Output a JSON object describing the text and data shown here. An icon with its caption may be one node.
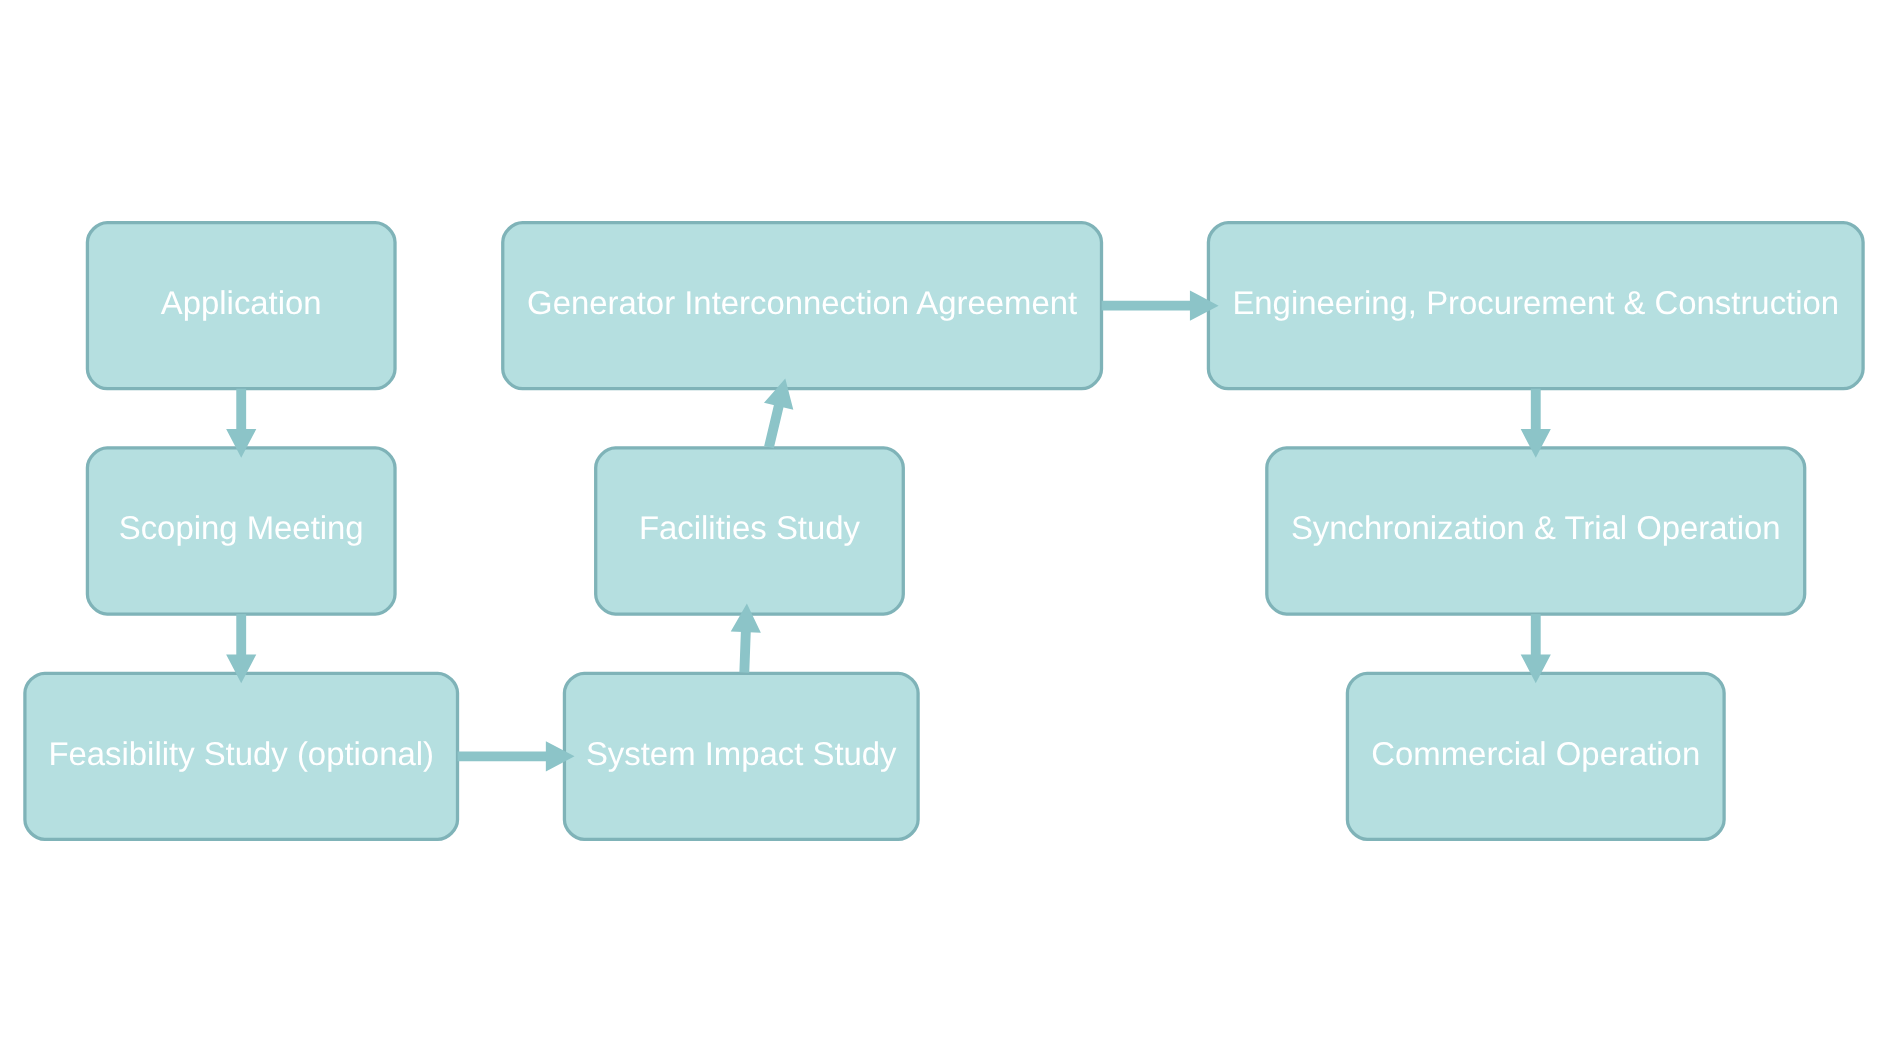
{
  "diagram": {
    "nodes": [
      {
        "text": [
          "Application"
        ]
      },
      {
        "text": [
          "Scoping Meeting"
        ]
      },
      {
        "text": [
          "Feasibility Study (optional)"
        ]
      },
      {
        "text": [
          "System Impact Study"
        ]
      },
      {
        "text": [
          "Facilities Study"
        ]
      },
      {
        "text": [
          "Generator Interconnection Agreement"
        ]
      },
      {
        "text": [
          "Engineering, Procurement & Construction"
        ]
      },
      {
        "text": [
          "Synchronization & Trial Operation"
        ]
      },
      {
        "text": [
          "Commercial Operation"
        ]
      }
    ],
    "edges": [
      {
        "from": 0,
        "to": 1,
        "arrow": "to"
      },
      {
        "from": 1,
        "to": 2,
        "arrow": "to"
      },
      {
        "from": 2,
        "to": 3,
        "arrow": "to"
      },
      {
        "from": 3,
        "to": 4,
        "arrow": "to"
      },
      {
        "from": 4,
        "to": 5,
        "arrow": "to"
      },
      {
        "from": 5,
        "to": 6,
        "arrow": "to"
      },
      {
        "from": 6,
        "to": 7,
        "arrow": "to"
      },
      {
        "from": 7,
        "to": 8,
        "arrow": "to"
      }
    ]
  }
}
